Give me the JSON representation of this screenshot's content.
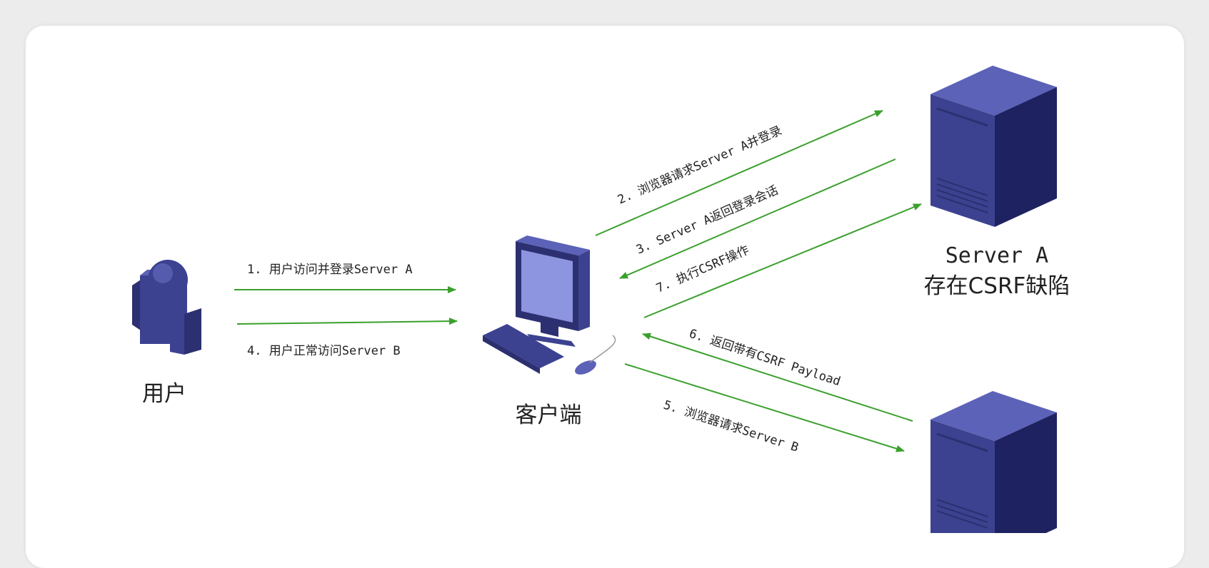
{
  "nodes": {
    "user": "用户",
    "client": "客户端",
    "server_a_name": "Server A",
    "server_a_note": "存在CSRF缺陷"
  },
  "steps": {
    "s1": "1. 用户访问并登录Server A",
    "s2": "2. 浏览器请求Server A并登录",
    "s3": "3. Server A返回登录会话",
    "s4": "4. 用户正常访问Server B",
    "s5": "5. 浏览器请求Server B",
    "s6": "6. 返回带有CSRF Payload",
    "s7": "7. 执行CSRF操作"
  },
  "colors": {
    "arrow": "#3aa02c",
    "device_dark": "#2c3070",
    "device_mid": "#3c4290",
    "device_light": "#5b62b8"
  }
}
